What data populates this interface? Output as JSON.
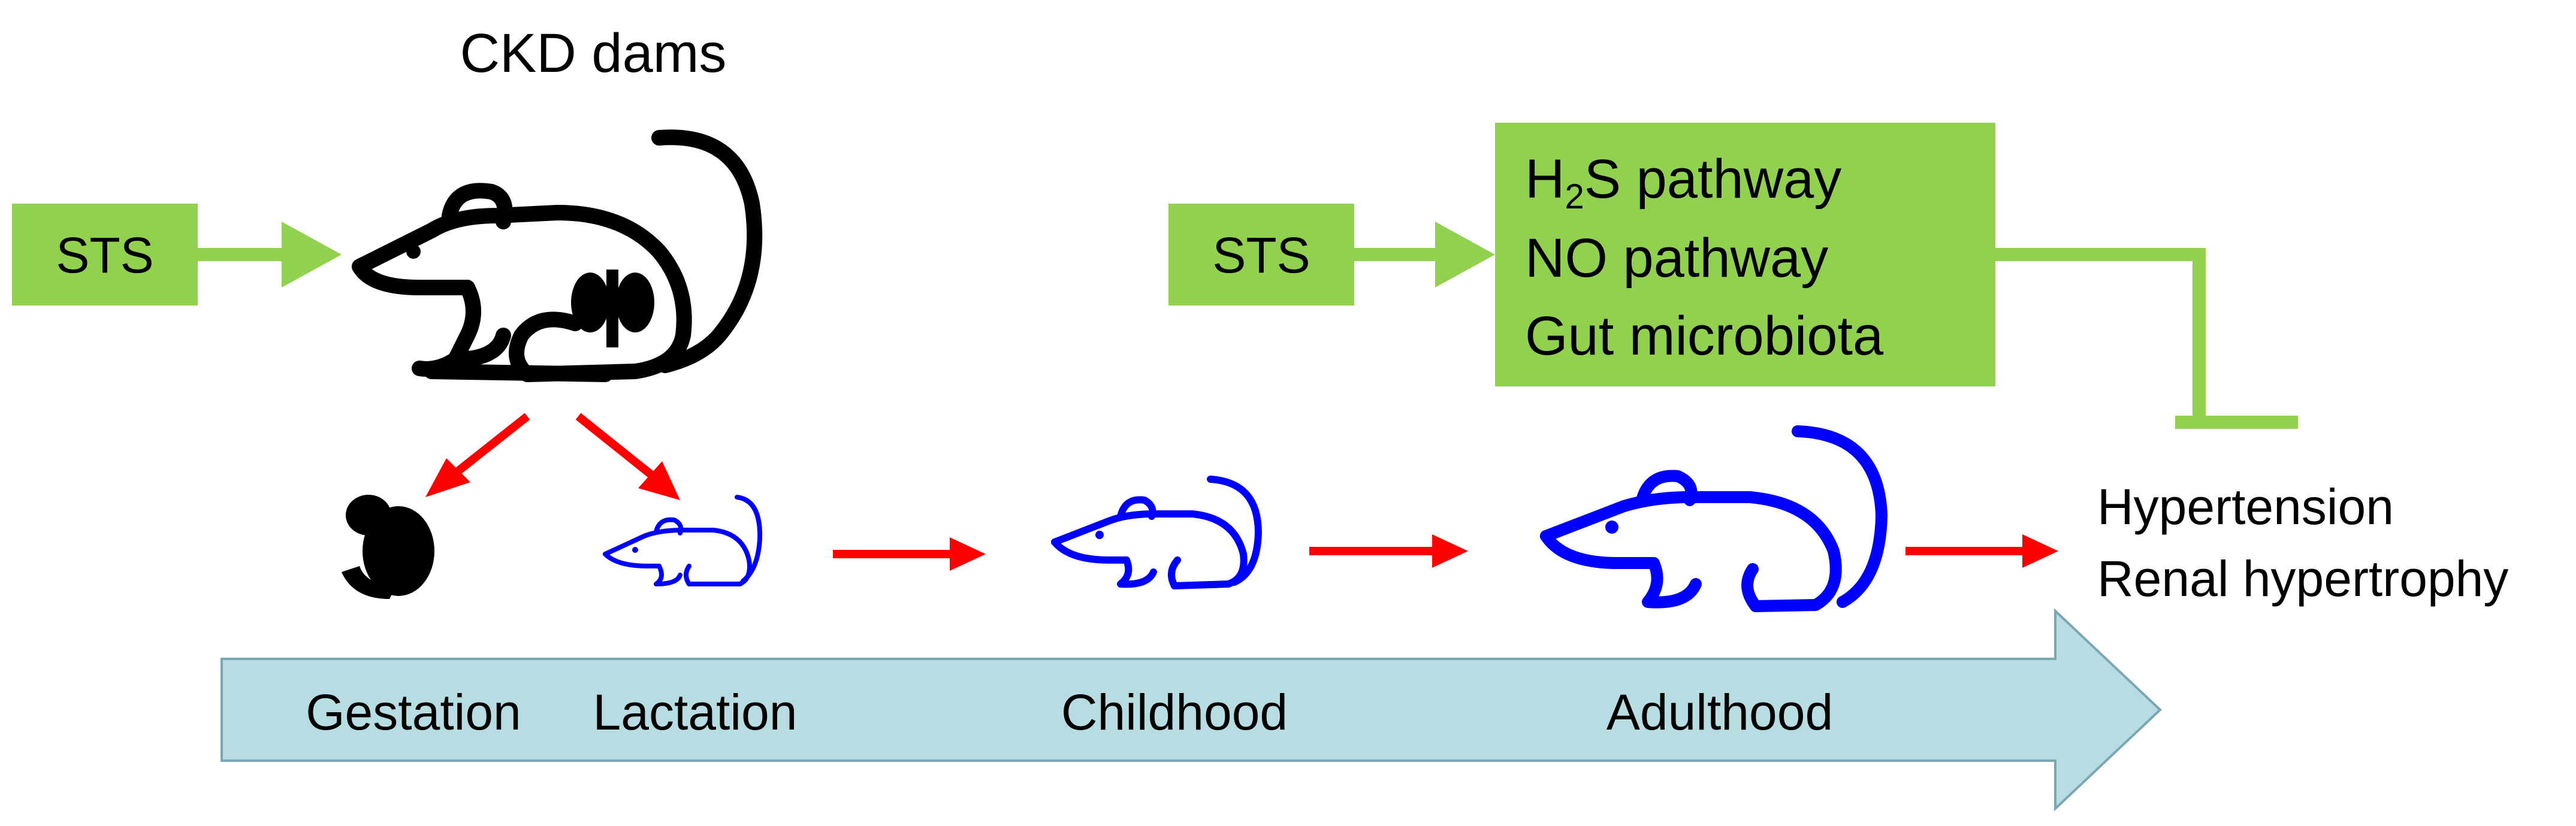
{
  "title": "CKD dams",
  "treatments": {
    "left_label": "STS",
    "right_label": "STS"
  },
  "pathways": {
    "h2s_prefix": "H",
    "h2s_sub": "2",
    "h2s_suffix": "S pathway",
    "no": "NO pathway",
    "gut": "Gut microbiota"
  },
  "outcomes": {
    "line1": "Hypertension",
    "line2": "Renal hypertrophy"
  },
  "stages": [
    "Gestation",
    "Lactation",
    "Childhood",
    "Adulthood"
  ],
  "colors": {
    "green_box": "#92d050",
    "green_line": "#92d050",
    "red_arrow": "#ff0000",
    "timeline_fill": "#b7dde3",
    "timeline_stroke": "#7aa7b1",
    "offspring_blue": "#0000ff",
    "dam_black": "#000000"
  },
  "icons": [
    "dam-rat-icon",
    "kidney-icon",
    "fetus-icon",
    "pup-rat-icon",
    "juvenile-rat-icon",
    "adult-rat-icon"
  ]
}
